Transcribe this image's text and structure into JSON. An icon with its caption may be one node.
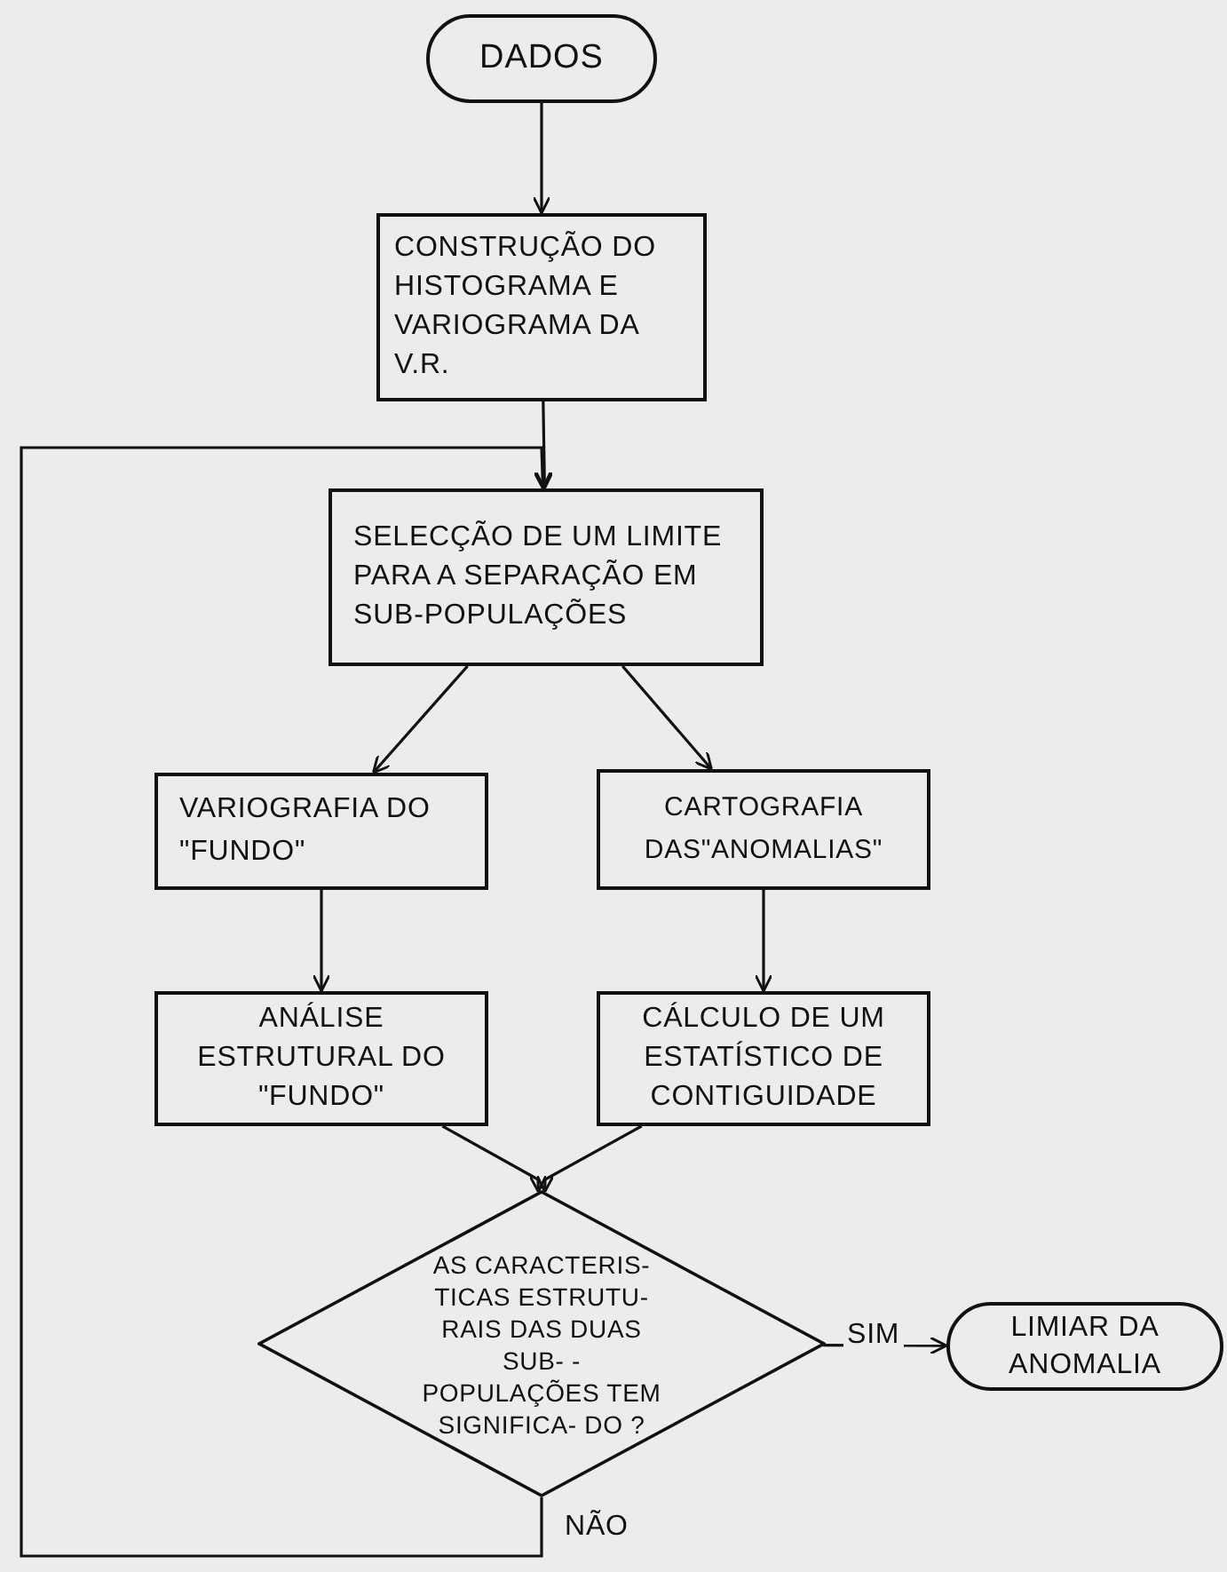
{
  "diagram": {
    "nodes": [
      {
        "text": [
          "DADOS"
        ]
      },
      {
        "text": [
          "CONSTRUÇÃO DO HISTOGRAMA E VARIOGRAMA DA V.R."
        ]
      },
      {
        "text": [
          "SELECÇÃO DE UM LIMITE PARA A SEPARAÇÃO EM SUB-POPULAÇÕES"
        ]
      },
      {
        "text": [
          "VARIOGRAFIA DO \"FUNDO\""
        ]
      },
      {
        "text": [
          "CARTOGRAFIA DAS\"ANOMALIAS\""
        ]
      },
      {
        "text": [
          "ANÁLISE ESTRUTURAL DO \"FUNDO\""
        ]
      },
      {
        "text": [
          "CÁLCULO DE UM ESTATÍSTICO DE CONTIGUIDADE"
        ]
      },
      {
        "text": [
          "AS CARACTERIS- TICAS ESTRUTU- RAIS DAS DUAS SUB- -POPULAÇÕES TEM SIGNIFICA- DO ?"
        ]
      },
      {
        "text": [
          "LIMIAR DA ANOMALIA"
        ]
      }
    ],
    "edges": [
      {
        "from": 0,
        "to": 1,
        "arrow": "to"
      },
      {
        "from": 1,
        "to": 2,
        "arrow": "to"
      },
      {
        "from": 2,
        "to": 3,
        "arrow": "to"
      },
      {
        "from": 2,
        "to": 4,
        "arrow": "to"
      },
      {
        "from": 3,
        "to": 5,
        "arrow": "to"
      },
      {
        "from": 4,
        "to": 6,
        "arrow": "to"
      },
      {
        "from": 5,
        "to": 7,
        "arrow": "to"
      },
      {
        "from": 6,
        "to": 7,
        "arrow": "to"
      },
      {
        "from": 7,
        "to": 8,
        "arrow": "to",
        "label": "SIM"
      },
      {
        "from": 7,
        "to": 2,
        "arrow": "to",
        "label": "NÃO"
      }
    ]
  }
}
